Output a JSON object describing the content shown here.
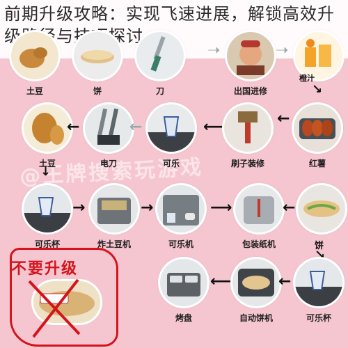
{
  "title": "前期升级攻略：实现飞速进展，解锁高效升级路径与技巧探讨",
  "watermark": "@王牌搜索玩游戏",
  "row1": [
    {
      "label": "土豆",
      "icon": "potato-icon"
    },
    {
      "label": "饼",
      "icon": "flatbread-icon"
    },
    {
      "label": "刀",
      "icon": "knife-icon"
    },
    {
      "label": "出国进修",
      "icon": "chef-icon"
    },
    {
      "label": "",
      "icon": "orange-juice-icon"
    }
  ],
  "row1_side_note": "橙汁",
  "row2": [
    {
      "label": "土豆",
      "icon": "potato-icon"
    },
    {
      "label": "电刀",
      "icon": "electric-knife-icon"
    },
    {
      "label": "可乐",
      "icon": "cola-icon"
    },
    {
      "label": "刷子装修",
      "icon": "brush-icon"
    },
    {
      "label": "红薯",
      "icon": "sweet-potato-icon"
    }
  ],
  "row3": [
    {
      "label": "可乐杯",
      "icon": "cola-cup-icon"
    },
    {
      "label": "炸土豆机",
      "icon": "fryer-icon"
    },
    {
      "label": "可乐机",
      "icon": "cola-machine-icon"
    },
    {
      "label": "包装纸机",
      "icon": "wrapper-machine-icon"
    },
    {
      "label": "",
      "icon": "wrap-icon"
    }
  ],
  "row3_side_note": "饼",
  "row4": [
    {
      "label": "烤盘",
      "icon": "baking-tray-icon"
    },
    {
      "label": "自动饼机",
      "icon": "auto-bread-machine-icon"
    },
    {
      "label": "可乐杯",
      "icon": "cola-cup-icon"
    }
  ],
  "no_upgrade": "不要升级",
  "colors": {
    "background": "#f6c6d0",
    "accent_red": "#d3141c"
  }
}
